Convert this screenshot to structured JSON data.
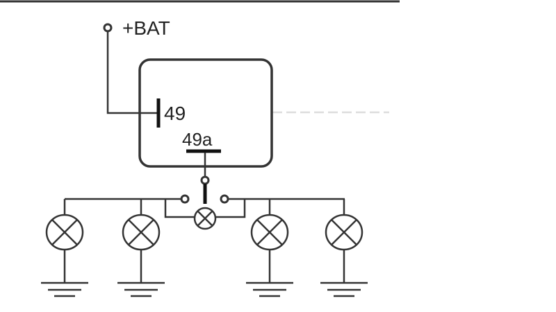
{
  "diagram": {
    "battery_label": "+BAT",
    "terminal_49_label": "49",
    "terminal_49a_label": "49a",
    "lamp_count": 5,
    "ground_count": 4,
    "colors": {
      "line": "#333333",
      "faint": "#dddddd",
      "background": "#ffffff"
    }
  }
}
